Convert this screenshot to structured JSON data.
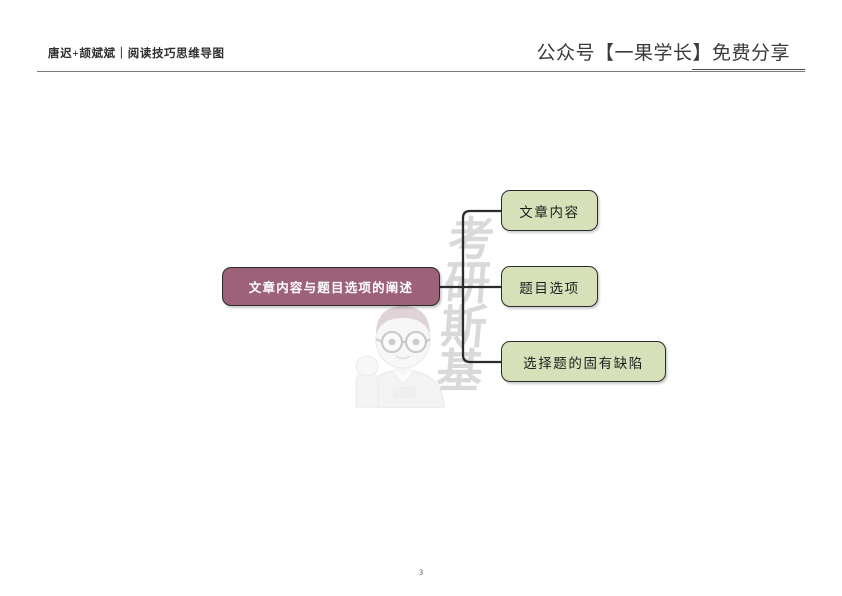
{
  "header": {
    "left_text": "唐迟+颉斌斌｜阅读技巧思维导图",
    "right_text": "公众号【一果学长】免费分享"
  },
  "watermark": {
    "chars": [
      "考",
      "研",
      "斯",
      "基"
    ],
    "figure_name": "cartoon-boy-with-glasses"
  },
  "mindmap": {
    "root": {
      "label": "文章内容与题目选项的阐述",
      "fill": "#9d6179",
      "text_color": "#ffffff",
      "border_color": "#2b2b2b"
    },
    "branches": [
      {
        "label": "文章内容",
        "fill": "#d6e0b9",
        "text_color": "#1d1d1d",
        "border_color": "#2b2b2b"
      },
      {
        "label": "题目选项",
        "fill": "#d6e0b9",
        "text_color": "#1d1d1d",
        "border_color": "#2b2b2b"
      },
      {
        "label": "选择题的固有缺陷",
        "fill": "#d6e0b9",
        "text_color": "#1d1d1d",
        "border_color": "#2b2b2b"
      }
    ],
    "connector_color": "#2b2b2b"
  },
  "footer": {
    "page_number": "3"
  }
}
